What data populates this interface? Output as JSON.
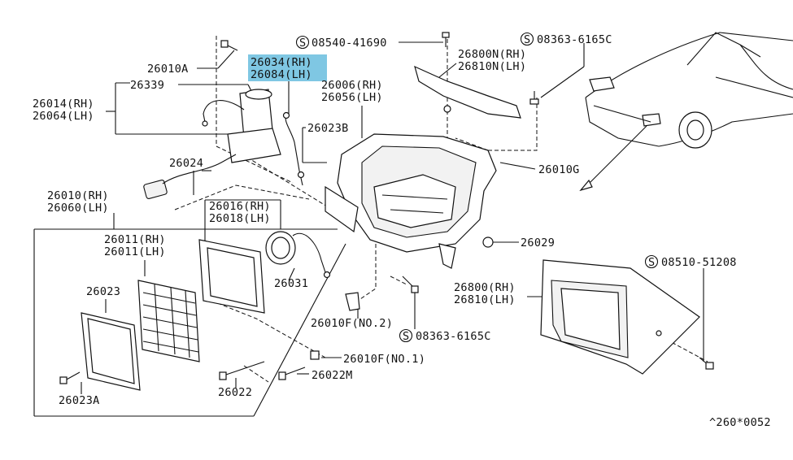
{
  "diagram": {
    "labels": {
      "p26010A": "26010A",
      "p26034": "26034(RH)",
      "p26084": "26084(LH)",
      "p26339": "26339",
      "p26014": "26014(RH)",
      "p26064": "26064(LH)",
      "p26024": "26024",
      "p26023B": "26023B",
      "p26006": "26006(RH)",
      "p26056": "26056(LH)",
      "s08540": "08540-41690",
      "p26800N": "26800N(RH)",
      "p26810N": "26810N(LH)",
      "s08363a": "08363-6165C",
      "p26010G": "26010G",
      "p26010": "26010(RH)",
      "p26060": "26060(LH)",
      "p26016": "26016(RH)",
      "p26018": "26018(LH)",
      "p26011a": "26011(RH)",
      "p26011b": "26011(LH)",
      "p26031": "26031",
      "p26023": "26023",
      "p26029": "26029",
      "s08510": "08510-51208",
      "p26800": "26800(RH)",
      "p26810": "26810(LH)",
      "p26010F2": "26010F(NO.2)",
      "s08363b": "08363-6165C",
      "p26010F1": "26010F(NO.1)",
      "p26022M": "26022M",
      "p26023A": "26023A",
      "p26022": "26022",
      "ref": "^260*0052"
    },
    "symbol_s": "S",
    "highlight_color": "#7fc7e3"
  }
}
